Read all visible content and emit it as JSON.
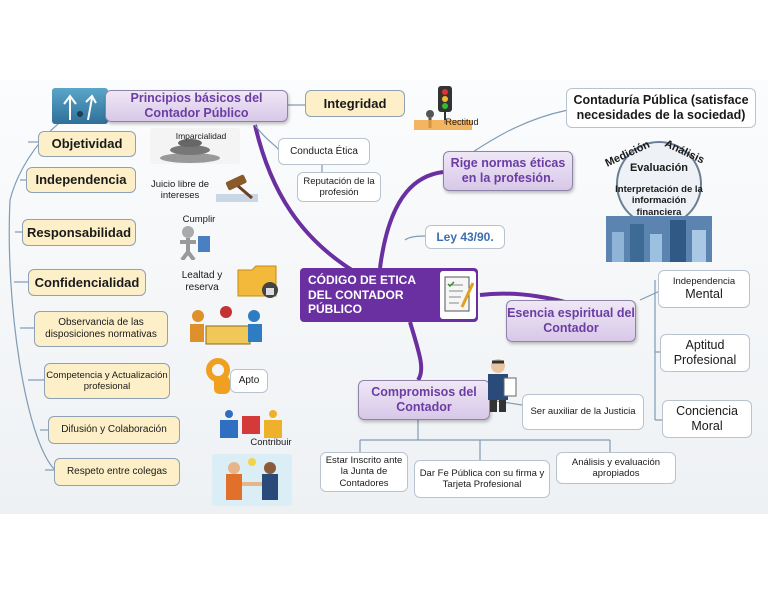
{
  "central": "CÓDIGO DE ETICA DEL CONTADOR PÚBLICO",
  "principios": {
    "title": "Principios básicos del Contador Público",
    "integridad": "Integridad",
    "rectitud": "Rectitud",
    "conducta": "Conducta Ética",
    "reputacion": "Reputación de la profesión",
    "objetividad": "Objetividad",
    "imparcialidad": "Imparcialidad",
    "independencia": "Independencia",
    "juicio": "Juicio libre de intereses",
    "responsabilidad": "Responsabilidad",
    "cumplir": "Cumplir",
    "confidencialidad": "Confidencialidad",
    "lealtad": "Lealtad y reserva",
    "observancia": "Observancia de las disposiciones normativas",
    "competencia": "Competencia y Actualización profesional",
    "apto": "Apto",
    "difusion": "Difusión y Colaboración",
    "contribuir": "Contribuir",
    "respeto": "Respeto entre colegas"
  },
  "rige": {
    "title": "Rige normas éticas en la profesión.",
    "ley": "Ley 43/90.",
    "contaduria": "Contaduría Pública (satisface necesidades de la sociedad)",
    "medicion": "Medición",
    "analisis": "Análisis",
    "evaluacion": "Evaluación",
    "interpretacion": "Interpretación de la información financiera"
  },
  "esencia": {
    "title": "Esencia espiritual del Contador",
    "independencia_small": "Independencia",
    "mental": "Mental",
    "aptitud": "Aptitud Profesional",
    "conciencia": "Conciencia Moral"
  },
  "compromisos": {
    "title": "Compromisos del Contador",
    "auxiliar": "Ser auxiliar de la Justicia",
    "inscrito": "Estar Inscrito ante la Junta de Contadores",
    "fe": "Dar Fe Pública con su firma y Tarjeta Profesional",
    "analisis_eval": "Análisis y evaluación apropiados"
  },
  "colors": {
    "branch": "#6a2fa0",
    "thin": "#7f9bb5",
    "note": "#fdf0c8",
    "topic": "#d8c8e8"
  }
}
